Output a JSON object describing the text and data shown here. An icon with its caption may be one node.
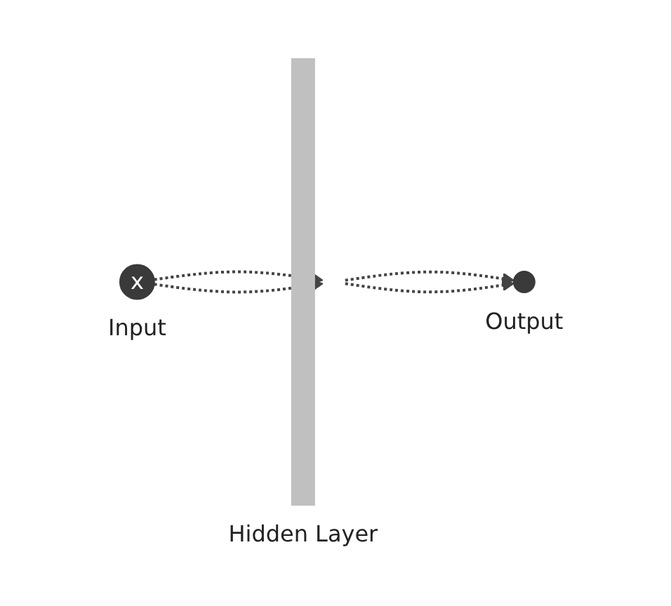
{
  "diagram": {
    "nodes": [
      {
        "text": [
          "x"
        ],
        "beside": [
          "Input"
        ]
      },
      {
        "text": [],
        "shape": "bar",
        "beside": [
          "Hidden Layer"
        ]
      },
      {
        "text": [],
        "shape": "circle",
        "beside": [
          "Output"
        ]
      }
    ],
    "edges": [
      {
        "from": 0,
        "to": 1,
        "arrow": "to",
        "style": "dashed"
      },
      {
        "from": 0,
        "to": 1,
        "arrow": "to",
        "style": "dashed"
      },
      {
        "from": 1,
        "to": 2,
        "arrow": "to",
        "style": "dashed"
      },
      {
        "from": 1,
        "to": 2,
        "arrow": "to",
        "style": "dashed"
      }
    ]
  }
}
